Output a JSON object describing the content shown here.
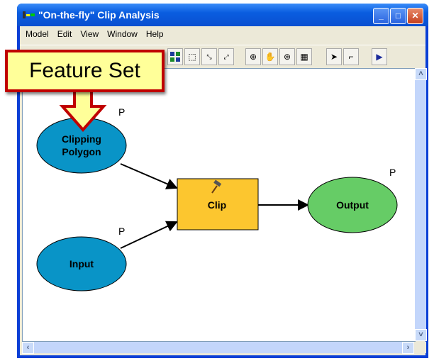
{
  "window": {
    "title": "\"On-the-fly\" Clip Analysis",
    "minimize": "_",
    "maximize": "□",
    "close": "✕"
  },
  "menu": [
    "Model",
    "Edit",
    "View",
    "Window",
    "Help"
  ],
  "toolbar": [
    "grid-icon",
    "select-area-icon",
    "shrink-icon",
    "expand-icon",
    "zoom-in-icon",
    "pan-icon",
    "zoom-full-icon",
    "overview-icon",
    "pointer-icon",
    "connect-icon",
    "run-icon"
  ],
  "callout": "Feature Set",
  "diagram": {
    "clipping": "Clipping",
    "polygon": "Polygon",
    "input": "Input",
    "clip": "Clip",
    "output": "Output",
    "param": "P"
  },
  "colors": {
    "input": "#0994c7",
    "tool": "#fcc62f",
    "output": "#66cc66",
    "callout_fill": "#ffff99",
    "callout_border": "#c00000"
  }
}
